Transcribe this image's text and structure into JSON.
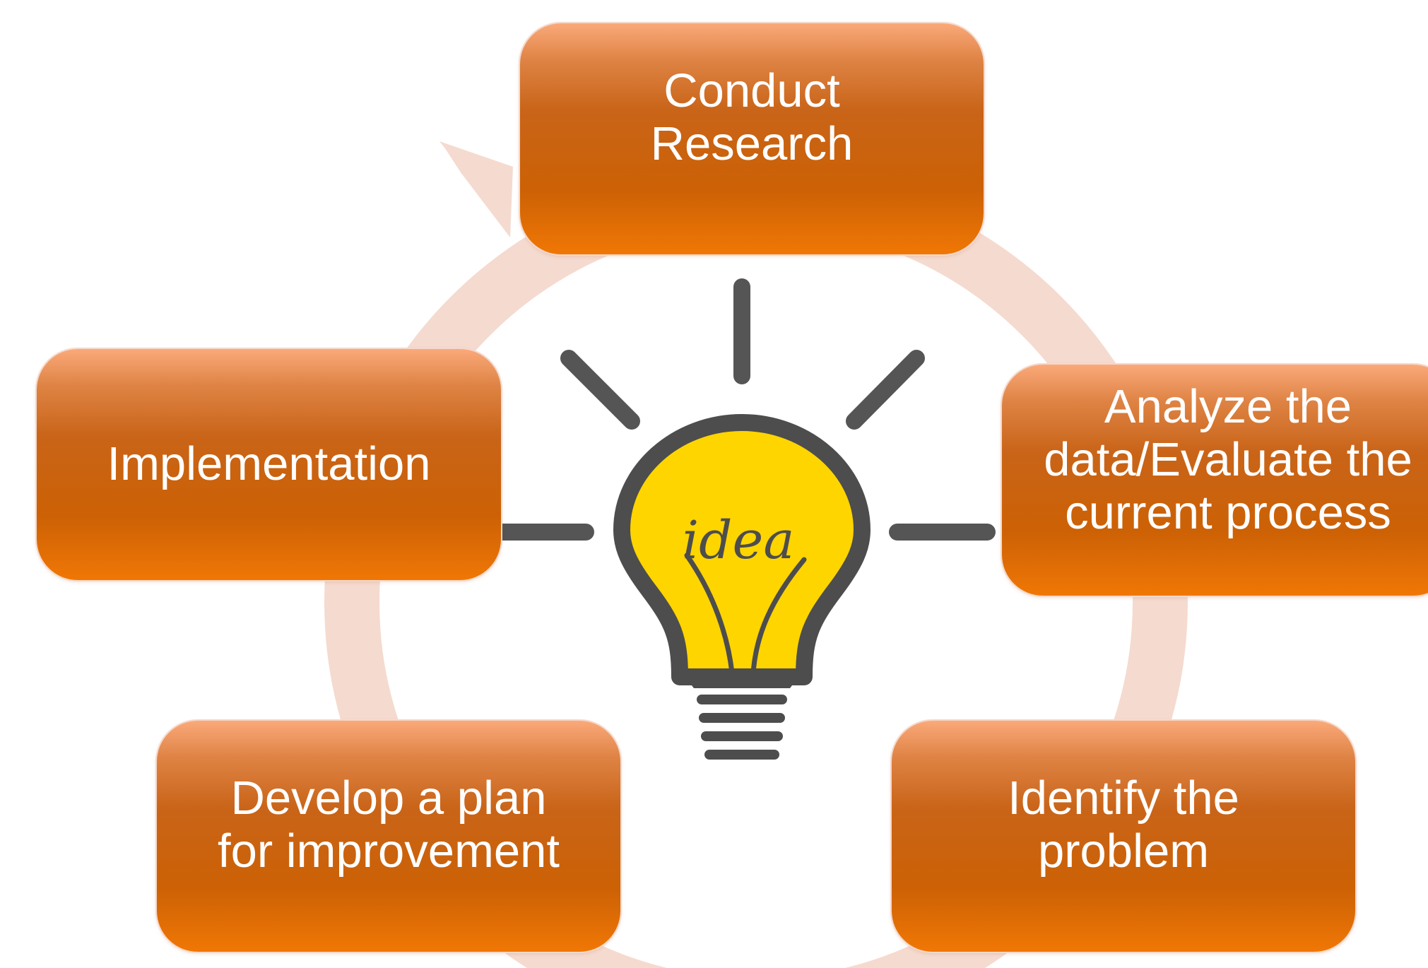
{
  "diagram": {
    "center_icon": {
      "icon": "lightbulb-icon",
      "text": "idea"
    },
    "steps": [
      {
        "id": "research",
        "label": "Conduct\nResearch"
      },
      {
        "id": "analyze",
        "label": "Analyze the\ndata/Evaluate the\ncurrent process"
      },
      {
        "id": "identify",
        "label": "Identify the\nproblem"
      },
      {
        "id": "develop",
        "label": "Develop a plan\nfor improvement"
      },
      {
        "id": "implementation",
        "label": "Implementation"
      }
    ],
    "colors": {
      "box_top": "#fba97a",
      "box_mid": "#c96418",
      "box_bottom": "#f07705",
      "ring": "#f5dacf",
      "bulb_fill": "#ffd500",
      "bulb_outline": "#4d4d4d",
      "rays": "#555555",
      "label_text": "#ffffff"
    }
  }
}
